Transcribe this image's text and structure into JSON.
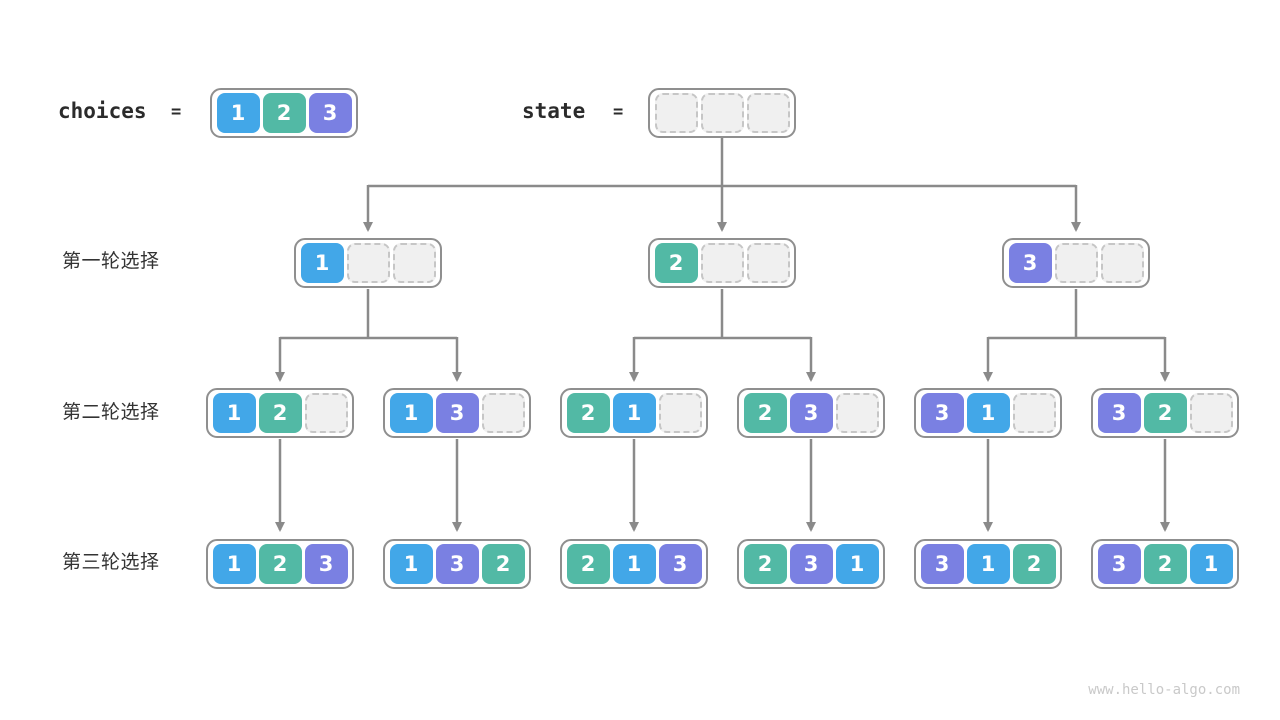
{
  "colors": {
    "1": "#42a7e8",
    "2": "#52b9a5",
    "3": "#7a80e2",
    "empty_fill": "#f0f0f0",
    "empty_border": "#c6c6c6",
    "box_border": "#8f8f8f",
    "arrow": "#8a8a8a",
    "label_text": "#333333",
    "footer_text": "#c9c9c9"
  },
  "header": {
    "choices_label": "choices",
    "equals_sign": "=",
    "choices_cells": [
      "1",
      "2",
      "3"
    ],
    "state_label": "state",
    "state_cells": [
      "",
      "",
      ""
    ]
  },
  "rows": [
    {
      "label": "第一轮选择",
      "boxes": [
        [
          "1",
          "",
          ""
        ],
        [
          "2",
          "",
          ""
        ],
        [
          "3",
          "",
          ""
        ]
      ]
    },
    {
      "label": "第二轮选择",
      "boxes": [
        [
          "1",
          "2",
          ""
        ],
        [
          "1",
          "3",
          ""
        ],
        [
          "2",
          "1",
          ""
        ],
        [
          "2",
          "3",
          ""
        ],
        [
          "3",
          "1",
          ""
        ],
        [
          "3",
          "2",
          ""
        ]
      ]
    },
    {
      "label": "第三轮选择",
      "boxes": [
        [
          "1",
          "2",
          "3"
        ],
        [
          "1",
          "3",
          "2"
        ],
        [
          "2",
          "1",
          "3"
        ],
        [
          "2",
          "3",
          "1"
        ],
        [
          "3",
          "1",
          "2"
        ],
        [
          "3",
          "2",
          "1"
        ]
      ]
    }
  ],
  "footer": {
    "watermark": "www.hello-algo.com"
  }
}
